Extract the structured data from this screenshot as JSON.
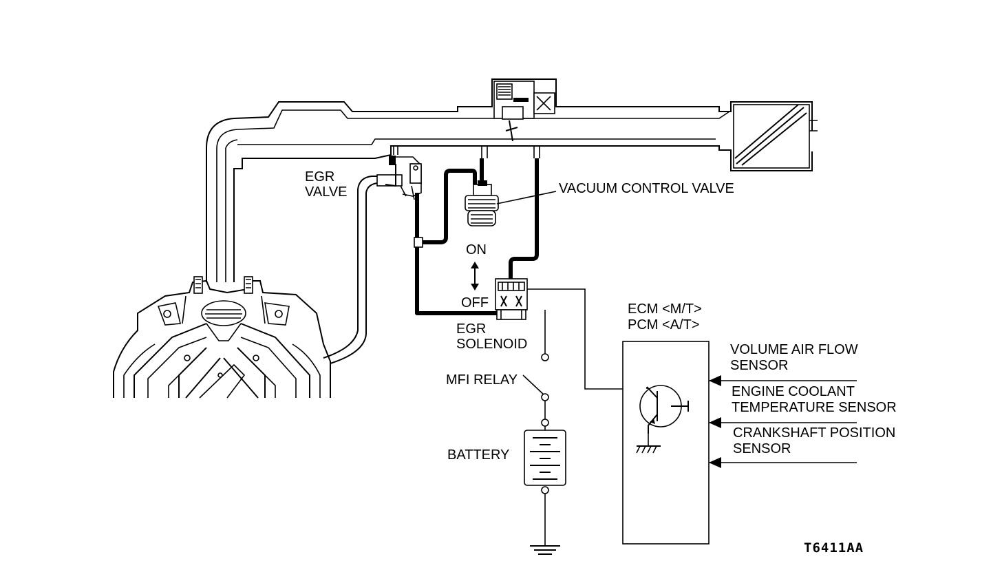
{
  "labels": {
    "egr_valve_line1": "EGR",
    "egr_valve_line2": "VALVE",
    "vacuum_control_valve": "VACUUM CONTROL VALVE",
    "on": "ON",
    "off": "OFF",
    "egr_solenoid_line1": "EGR",
    "egr_solenoid_line2": "SOLENOID",
    "mfi_relay": "MFI RELAY",
    "battery": "BATTERY",
    "ecm": "ECM <M/T>",
    "pcm": "PCM <A/T>",
    "vaf_line1": "VOLUME AIR FLOW",
    "vaf_line2": "SENSOR",
    "ect_line1": "ENGINE COOLANT",
    "ect_line2": "TEMPERATURE SENSOR",
    "ckp_line1": "CRANKSHAFT POSITION",
    "ckp_line2": "SENSOR",
    "figure_code": "T6411AA"
  },
  "colors": {
    "line": "#000000",
    "background": "#ffffff"
  }
}
